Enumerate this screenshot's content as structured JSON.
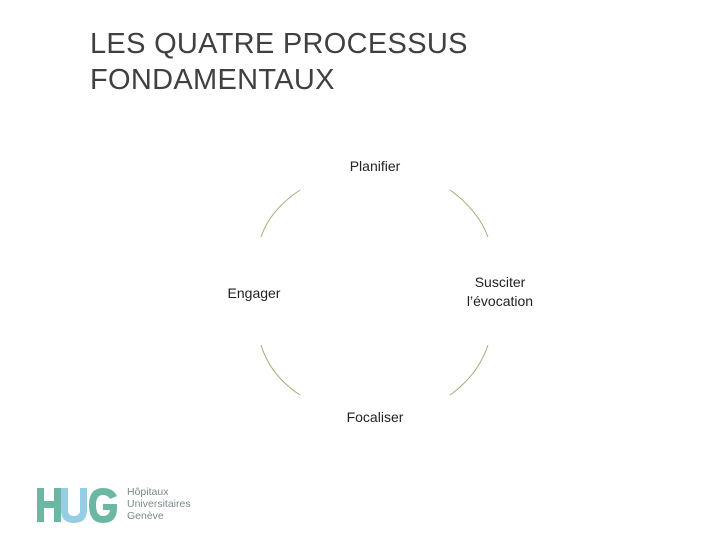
{
  "slide": {
    "title_lines": [
      "LES QUATRE PROCESSUS",
      "FONDAMENTAUX"
    ]
  },
  "diagram": {
    "nodes": {
      "top": "Planifier",
      "right_lines": [
        "Susciter",
        "l’évocation"
      ],
      "bottom": "Focaliser",
      "left": "Engager"
    },
    "connector_color": "#a8a878"
  },
  "logo": {
    "mark": "HUG",
    "lines": [
      "Hôpitaux",
      "Universitaires",
      "Genève"
    ],
    "colors": {
      "h": "#6cb7a4",
      "u": "#8cc6e2",
      "g": "#6cb7a4"
    }
  }
}
